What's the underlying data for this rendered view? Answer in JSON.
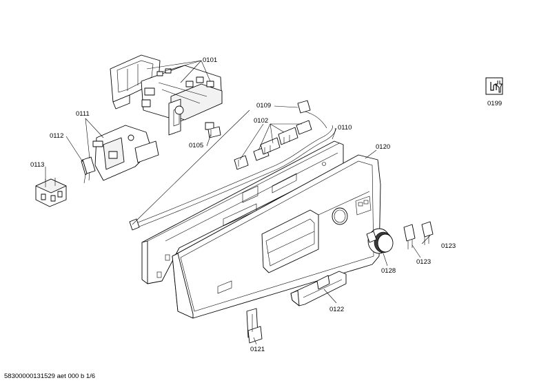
{
  "labels": {
    "p0101": "0101",
    "p0102": "0102",
    "p0105": "0105",
    "p0109": "0109",
    "p0110": "0110",
    "p0111": "0111",
    "p0112": "0112",
    "p0113": "0113",
    "p0120": "0120",
    "p0121": "0121",
    "p0122": "0122",
    "p0123a": "0123",
    "p0123b": "0123",
    "p0128": "0128",
    "p0199": "0199"
  },
  "footer": "58300000131529 aet 000 b 1/6",
  "icons": {
    "service": "service-tool-icon"
  }
}
